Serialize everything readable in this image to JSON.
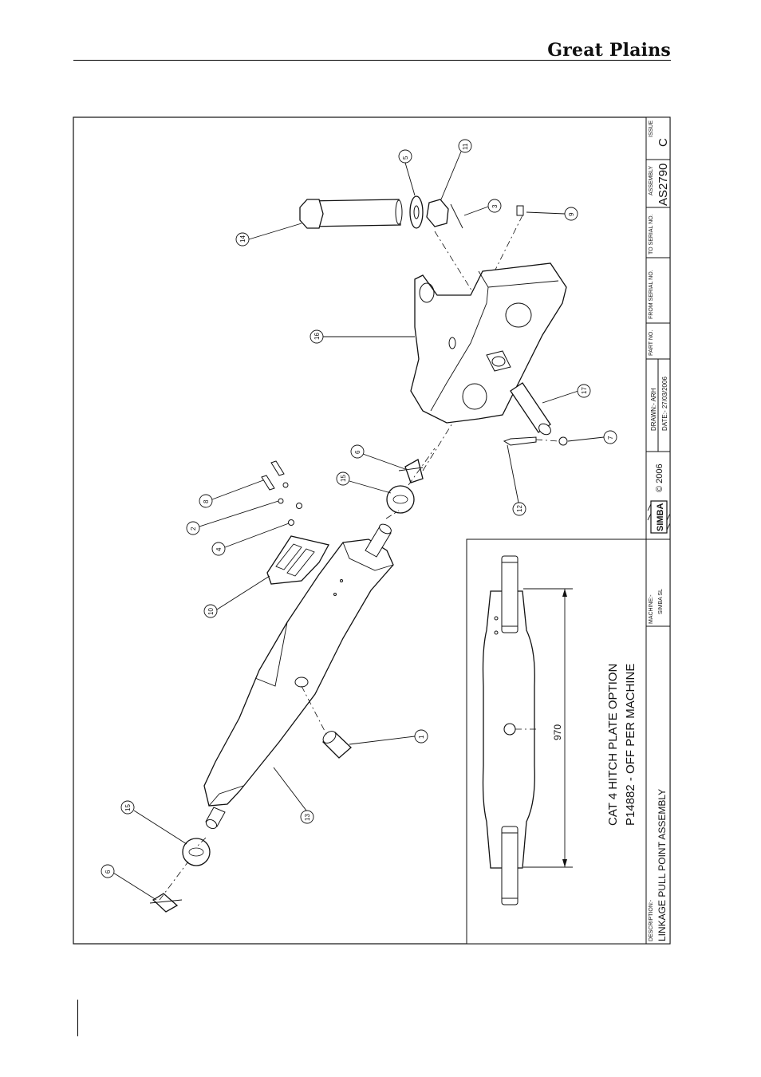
{
  "header": {
    "brand": "Great Plains"
  },
  "inset": {
    "title": "CAT 4 HITCH PLATE OPTION",
    "part_line": "P14882 - OFF PER MACHINE",
    "dimension": "970"
  },
  "title_block": {
    "description_label": "DESCRIPTION:-",
    "description": "LINKAGE PULL POINT ASSEMBLY",
    "machine_label": "MACHINE:-",
    "machine": "SIMBA SL",
    "logo_text": "SIMBA",
    "copyright": "© 2006",
    "drawn": "DRAWN:- ARH",
    "date": "DATE:- 27/03/2006",
    "part_no_label": "PART NO.",
    "from_serial_label": "FROM SERIAL NO.",
    "to_serial_label": "TO SERIAL NO.",
    "assembly_label": "ASSEMBLY",
    "assembly": "AS2790",
    "issue_label": "ISSUE",
    "issue": "C"
  },
  "balloons": [
    "14",
    "5",
    "11",
    "3",
    "9",
    "16",
    "17",
    "7",
    "12",
    "6",
    "15",
    "8",
    "2",
    "4",
    "10",
    "1",
    "13",
    "15",
    "6"
  ]
}
